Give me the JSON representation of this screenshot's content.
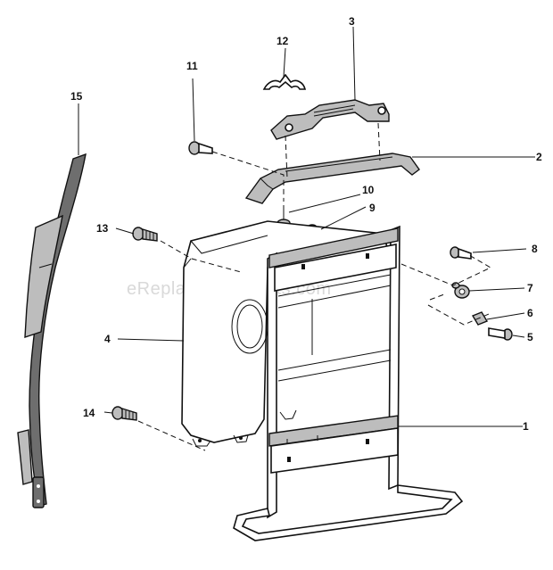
{
  "watermark": "eReplacementParts.com",
  "callouts": {
    "c1": "1",
    "c2": "2",
    "c3": "3",
    "c4": "4",
    "c5": "5",
    "c6": "6",
    "c7": "7",
    "c8": "8",
    "c9": "9",
    "c10": "10",
    "c11": "11",
    "c12": "12",
    "c13": "13",
    "c14": "14",
    "c15": "15"
  }
}
